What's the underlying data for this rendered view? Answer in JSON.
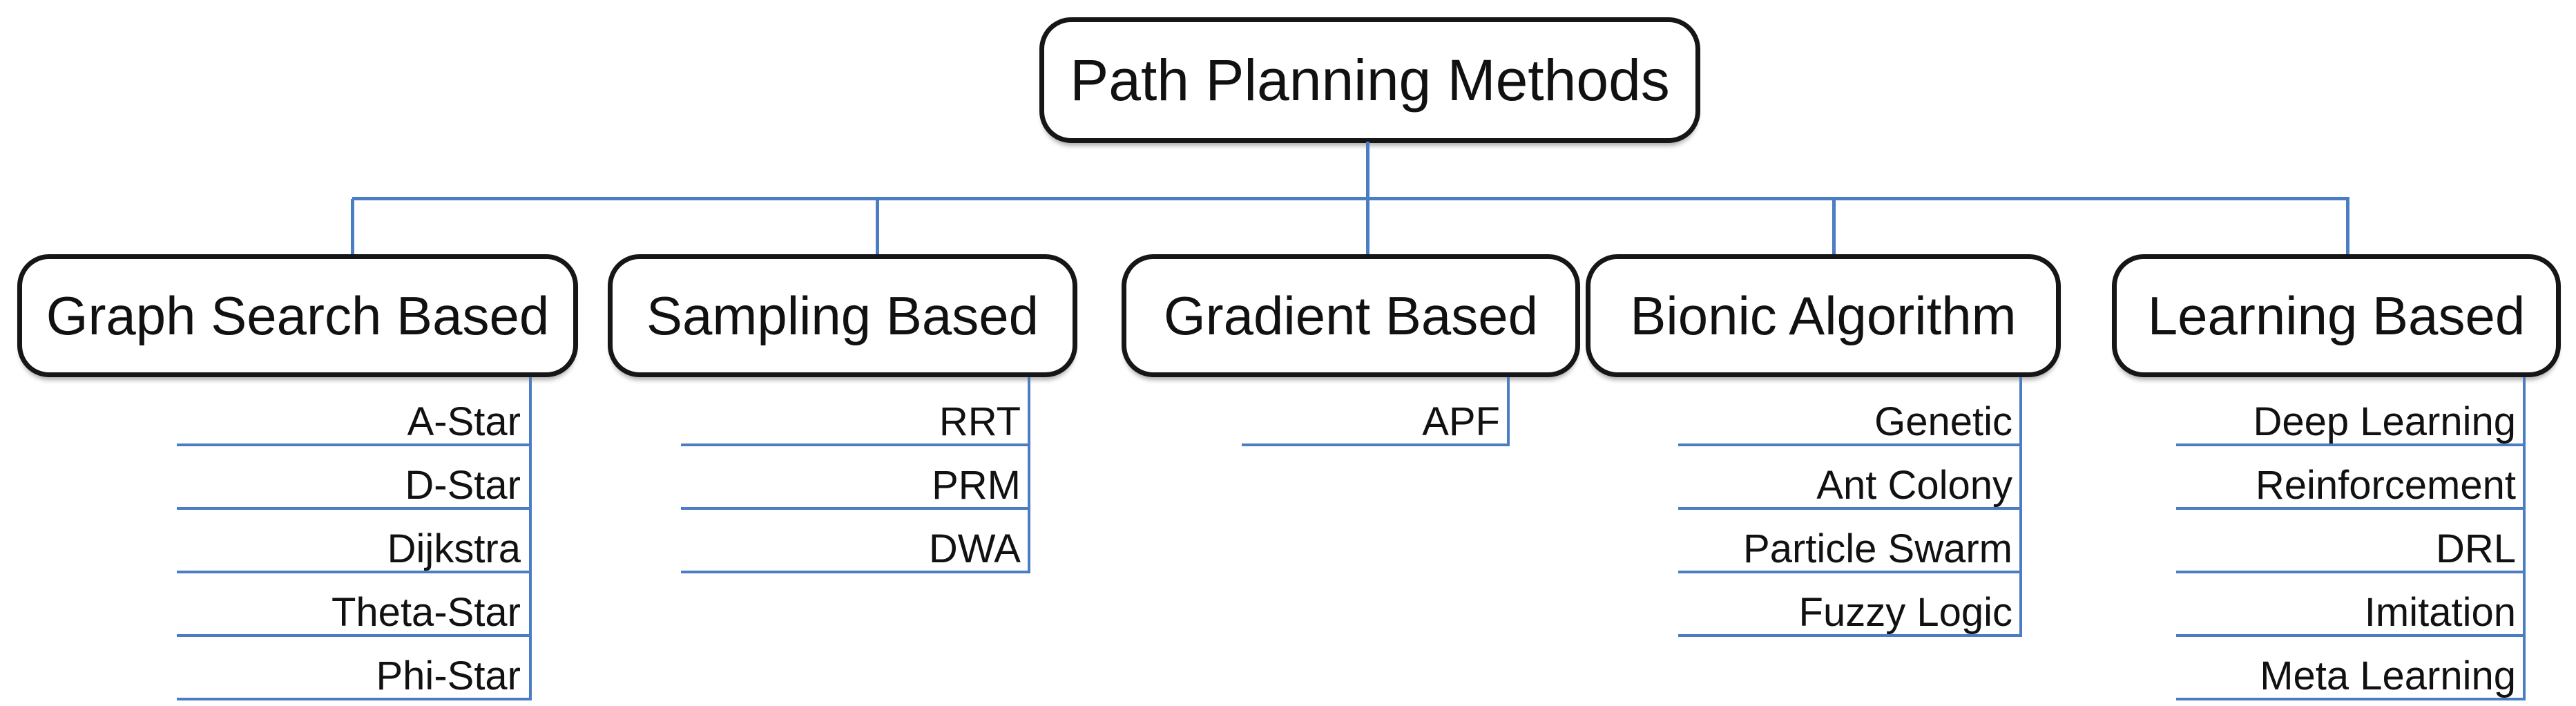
{
  "diagram": {
    "title": "Path Planning Methods",
    "connector_color": "#4a7dc4",
    "box_border_color": "#161616",
    "background_color": "#ffffff",
    "groups": [
      {
        "label": "Graph Search Based",
        "children": [
          "A-Star",
          "D-Star",
          "Dijkstra",
          "Theta-Star",
          "Phi-Star"
        ]
      },
      {
        "label": "Sampling Based",
        "children": [
          "RRT",
          "PRM",
          "DWA"
        ]
      },
      {
        "label": "Gradient Based",
        "children": [
          "APF"
        ]
      },
      {
        "label": "Bionic Algorithm",
        "children": [
          "Genetic",
          "Ant Colony",
          "Particle Swarm",
          "Fuzzy Logic"
        ]
      },
      {
        "label": "Learning Based",
        "children": [
          "Deep Learning",
          "Reinforcement",
          "DRL",
          "Imitation",
          "Meta Learning"
        ]
      }
    ]
  }
}
